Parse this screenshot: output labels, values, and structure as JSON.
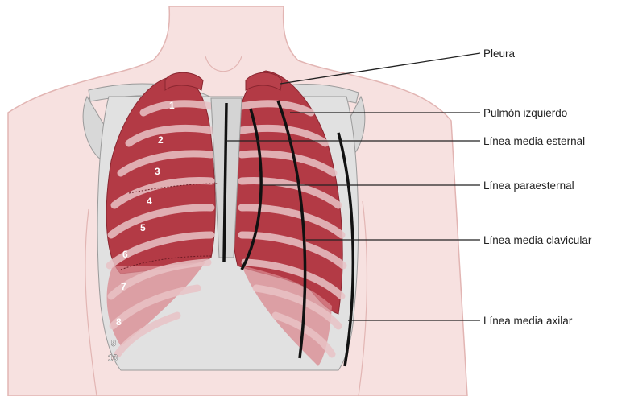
{
  "labels": {
    "pleura": "Pleura",
    "left_lung": "Pulmón izquierdo",
    "midsternal": "Línea media esternal",
    "parasternal": "Línea paraesternal",
    "midclavicular": "Línea media clavicular",
    "midaxillary": "Línea media axilar"
  },
  "rib_numbers": [
    "1",
    "2",
    "3",
    "4",
    "5",
    "6",
    "7",
    "8",
    "9",
    "10"
  ],
  "colors": {
    "skin": "#f6dedd",
    "skin_outline": "#d9a3a1",
    "lung": "#b33a45",
    "lung_light": "#d9888f",
    "bone": "#d8d8d8",
    "bone_outline": "#9a9a9a",
    "line": "#111111"
  }
}
